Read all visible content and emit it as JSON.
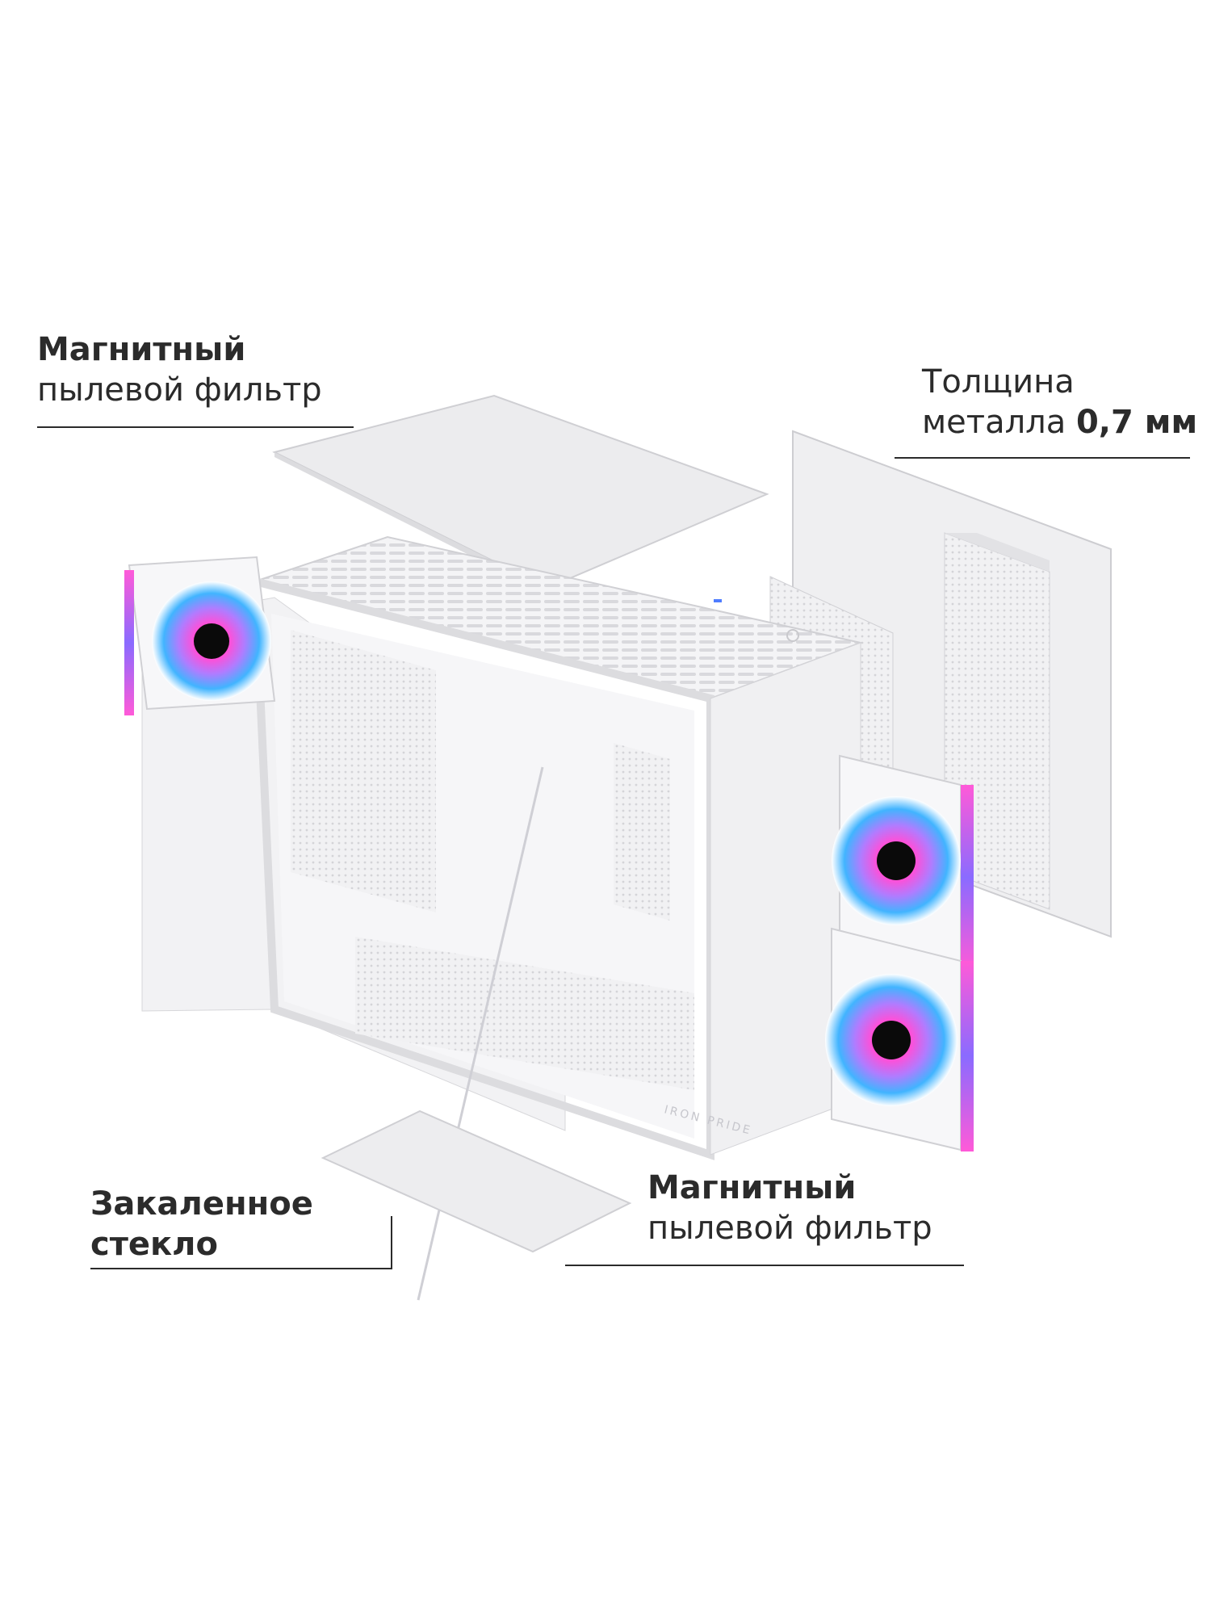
{
  "callouts": {
    "top_left": {
      "line1": "Магнитный",
      "line2": "пылевой фильтр"
    },
    "top_right": {
      "line1": "Толщина",
      "line2_prefix": "металла ",
      "line2_value": "0,7 мм"
    },
    "bottom_left": {
      "line1": "Закаленное",
      "line2": "стекло"
    },
    "bottom_center": {
      "line1": "Магнитный",
      "line2": "пылевой фильтр"
    }
  },
  "product": {
    "brand_text": "IRON PRIDE",
    "body_color": "#f2f2f4",
    "accent_pink": "#ff4fd8",
    "accent_blue": "#41b4ff"
  }
}
